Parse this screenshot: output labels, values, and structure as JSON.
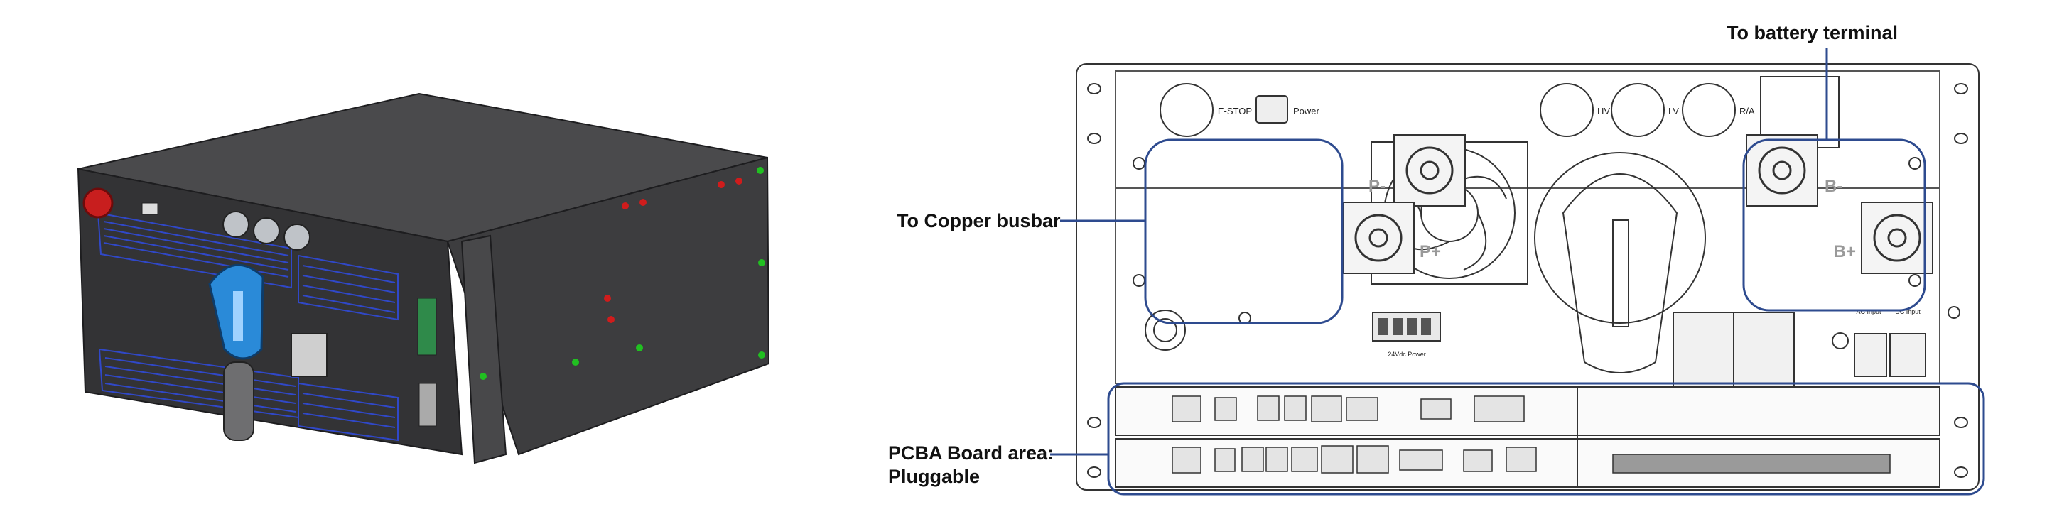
{
  "callouts": {
    "battery_terminal": "To battery terminal",
    "copper_busbar": "To Copper busbar",
    "pcba_line1": "PCBA Board area:",
    "pcba_line2": "Pluggable"
  },
  "panel_labels": {
    "estop": "E-STOP",
    "power": "Power",
    "hv": "HV",
    "lv": "LV",
    "ra": "R/A",
    "p_minus": "P-",
    "p_plus": "P+",
    "b_minus": "B-",
    "b_plus": "B+",
    "dc24": "24Vdc Power",
    "ac_input": "AC Input",
    "dc_input": "DC Input"
  },
  "colors": {
    "callout_box": "#2e4b8f",
    "chassis_dark": "#3a3a3c",
    "vent_blue": "#3048c8",
    "handle_blue": "#2a8ad8",
    "estop_red": "#c81e1e"
  }
}
